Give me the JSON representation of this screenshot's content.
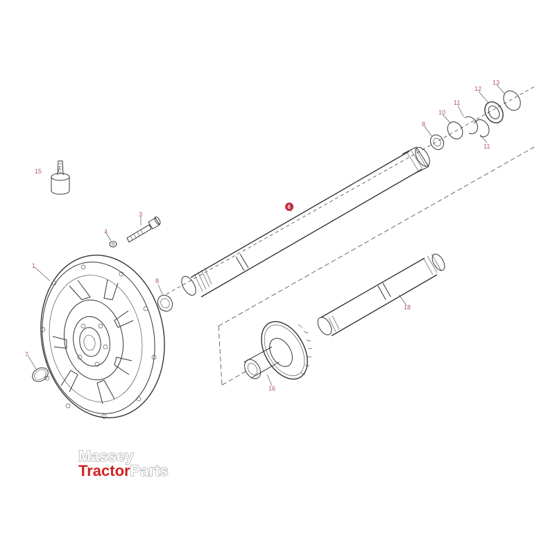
{
  "diagram": {
    "callouts": [
      "1",
      "3",
      "4",
      "6",
      "7",
      "8",
      "8",
      "10",
      "11",
      "11",
      "12",
      "13",
      "15",
      "16",
      "18"
    ],
    "highlight_callout": "6",
    "colors": {
      "callout_text": "#b05a68",
      "callout_highlight": "#c0283c",
      "line": "#333333"
    }
  },
  "logo": {
    "line1": "Massey",
    "line2_red": "Tractor",
    "line2_grey": "Parts",
    "red_color": "#d32121"
  }
}
